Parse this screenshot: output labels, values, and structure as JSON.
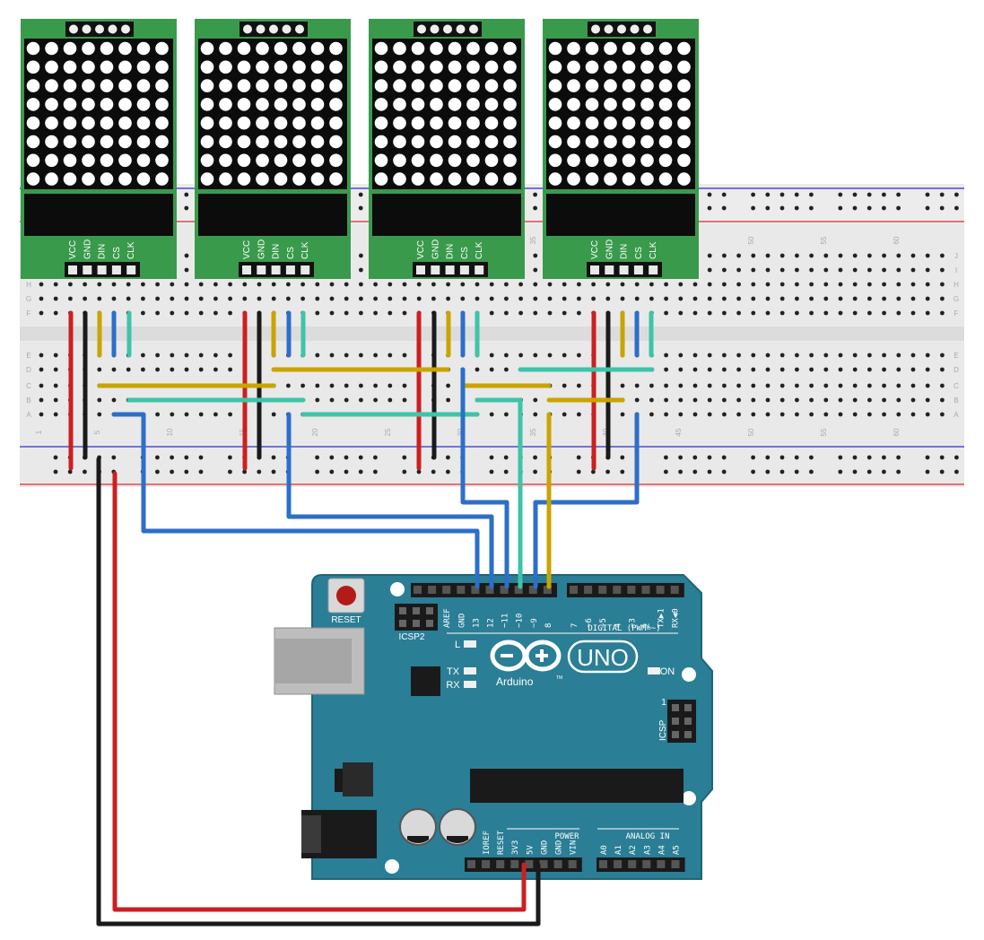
{
  "modules": [
    {
      "pins": [
        "VCC",
        "GND",
        "DIN",
        "CS",
        "CLK"
      ]
    },
    {
      "pins": [
        "VCC",
        "GND",
        "DIN",
        "CS",
        "CLK"
      ]
    },
    {
      "pins": [
        "VCC",
        "GND",
        "DIN",
        "CS",
        "CLK"
      ]
    },
    {
      "pins": [
        "VCC",
        "GND",
        "DIN",
        "CS",
        "CLK"
      ]
    }
  ],
  "breadboard": {
    "row_letters_top": [
      "J",
      "I",
      "H",
      "G",
      "F"
    ],
    "row_letters_bottom": [
      "E",
      "D",
      "C",
      "B",
      "A"
    ],
    "column_numbers_visible": [
      "1",
      "5",
      "10",
      "15",
      "20",
      "25",
      "30",
      "35",
      "40",
      "45",
      "50",
      "55",
      "60"
    ]
  },
  "arduino": {
    "logo_text": "Arduino",
    "tm": "TM",
    "model": "UNO",
    "reset_label": "RESET",
    "icsp2_label": "ICSP2",
    "icsp_label": "ICSP",
    "icsp_pin1": "1",
    "led_l": "L",
    "led_tx": "TX",
    "led_rx": "RX",
    "led_on": "ON",
    "digital_label": "DIGITAL (PWM=~)",
    "power_label": "POWER",
    "analog_label": "ANALOG IN",
    "digital_pins_left": [
      "AREF",
      "GND",
      "13",
      "12",
      "~11",
      "~10",
      "~9",
      "8"
    ],
    "digital_pins_right": [
      "7",
      "~6",
      "~5",
      "4",
      "~3",
      "2",
      "TX▶1",
      "RX◀0"
    ],
    "power_pins": [
      "IOREF",
      "RESET",
      "3V3",
      "5V",
      "GND",
      "GND",
      "VIN"
    ],
    "analog_pins": [
      "A0",
      "A1",
      "A2",
      "A3",
      "A4",
      "A5"
    ]
  },
  "colors": {
    "module_pcb": "#3a9a4c",
    "arduino_pcb": "#2a7e95",
    "wire_red": "#cc1f1f",
    "wire_black": "#1a1a1a",
    "wire_yellow": "#c9a400",
    "wire_blue": "#2c6fc9",
    "wire_teal": "#3ec4a8",
    "breadboard": "#e9e9e9"
  }
}
